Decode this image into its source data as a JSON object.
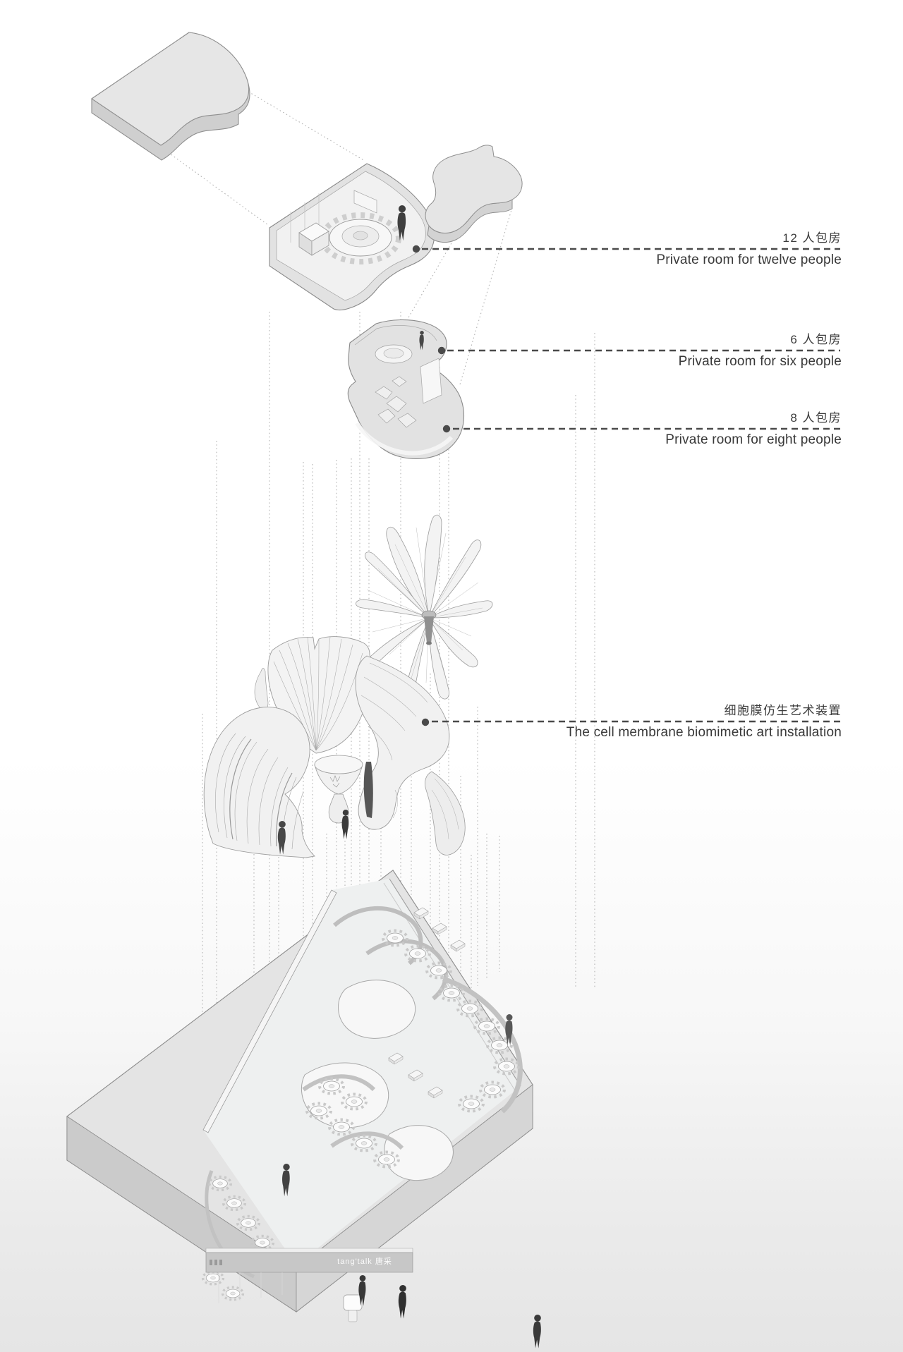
{
  "annotations": [
    {
      "zh": "12 人包房",
      "en": "Private room for twelve people"
    },
    {
      "zh": "6 人包房",
      "en": "Private room for six people"
    },
    {
      "zh": "8 人包房",
      "en": "Private room for eight people"
    },
    {
      "zh": "细胞膜仿生艺术装置",
      "en": "The cell membrane biomimetic art installation"
    }
  ],
  "facade": {
    "logo": "tang'talk 唐采"
  },
  "colors": {
    "label_text": "#3c3c3c",
    "leader_line": "#4a4a4a",
    "marker_dot": "#4a4a4a",
    "model_outline": "#8e8e8e",
    "model_fill": "#e4e4e4",
    "membrane_stroke": "#a0a0a0",
    "projection_dotted": "#b3b3b3",
    "background_bottom": "#e6e6e6",
    "logo_text": "#ffffff"
  }
}
